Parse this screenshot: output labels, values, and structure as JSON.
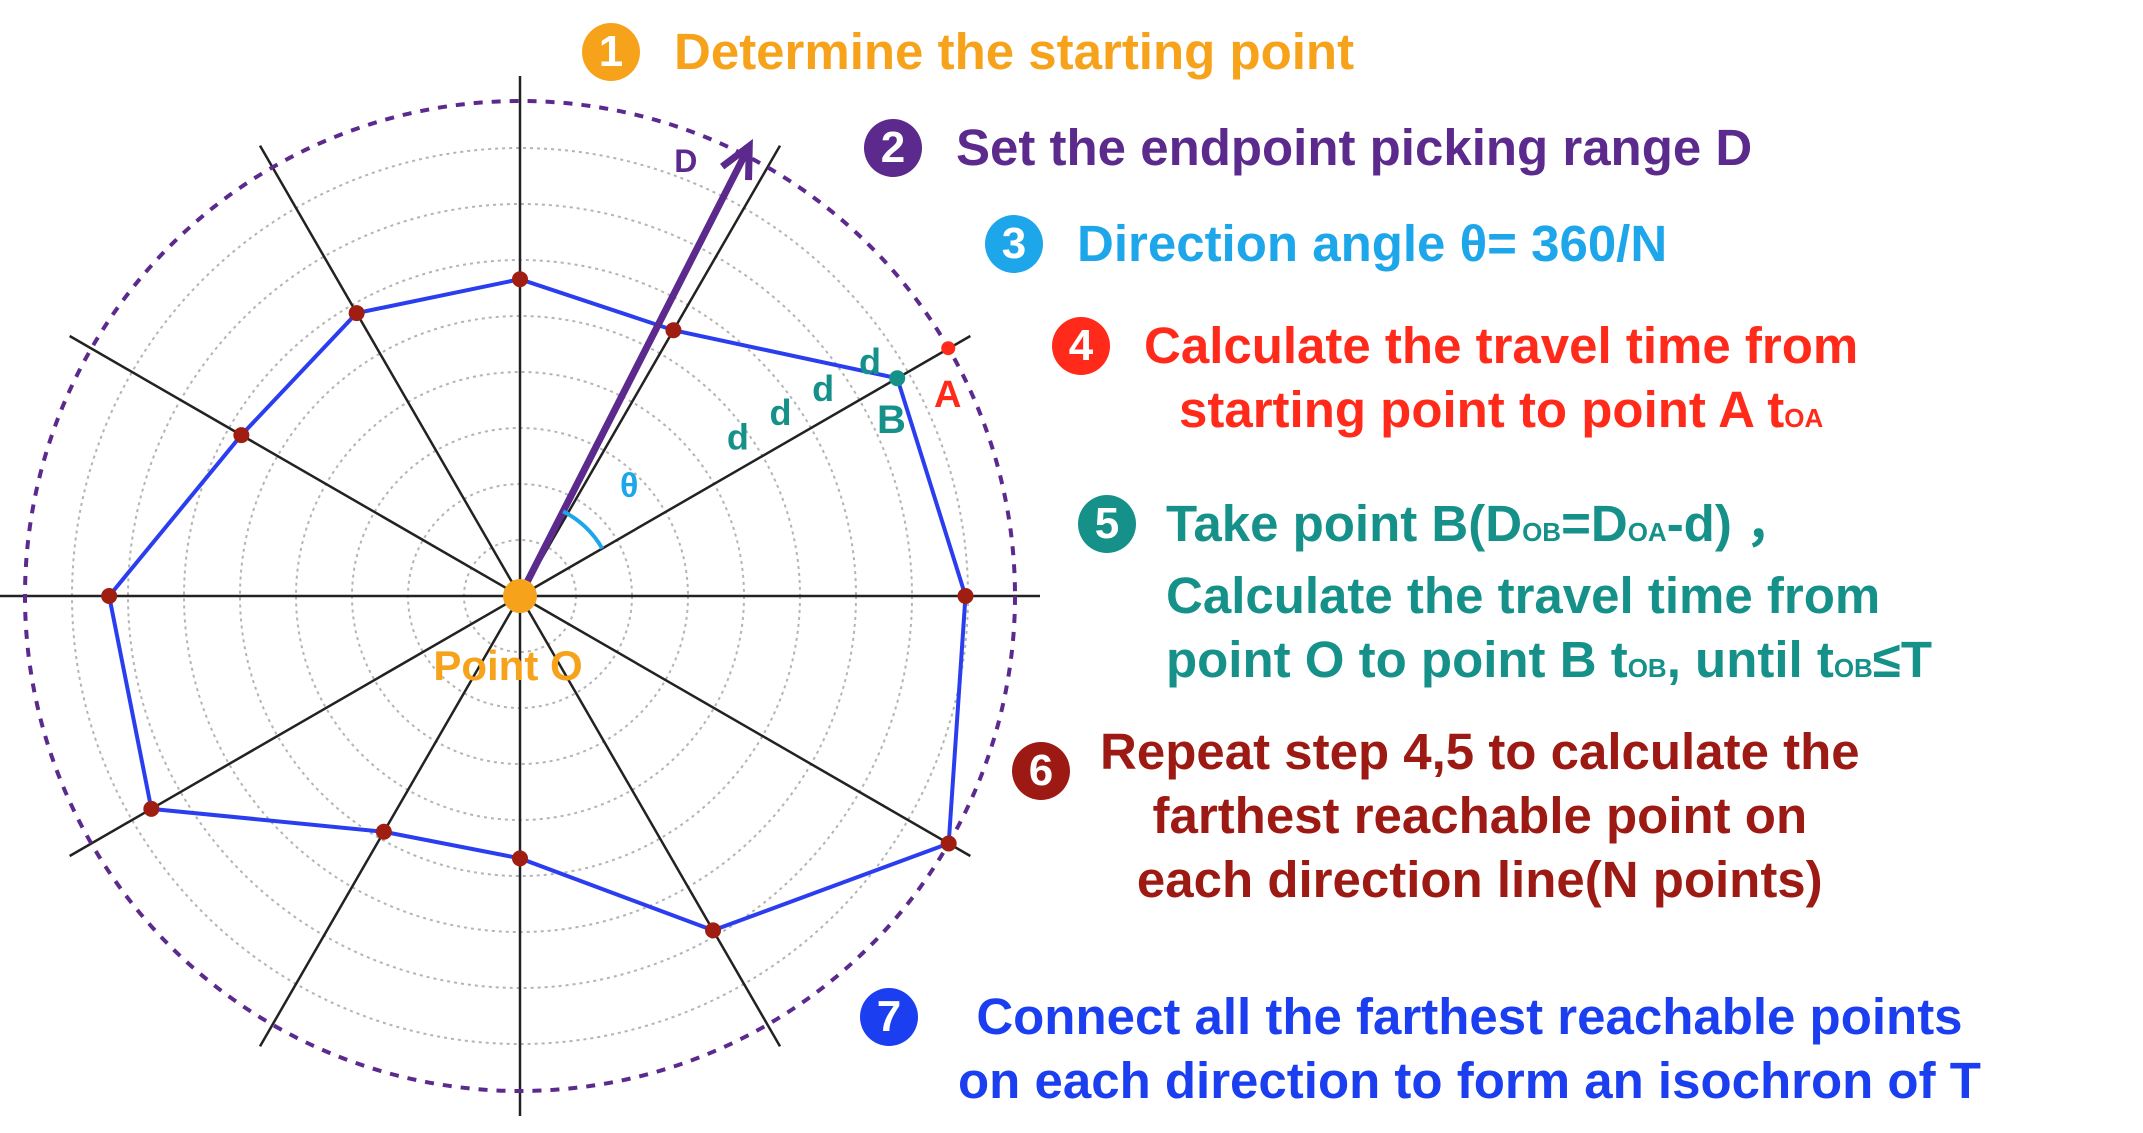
{
  "colors": {
    "step1": "#f7a21b",
    "step2": "#5b2a8c",
    "step3": "#1ea6ea",
    "step4": "#ff2a1a",
    "step5": "#15918a",
    "step6": "#9c1a13",
    "step7": "#1b3ff0",
    "polygon": "#2a3ef0",
    "vertex": "#a01d12",
    "boundary": "#5b2a8c",
    "spoke": "#222222",
    "ring": "#b4b4b4",
    "origin": "#f7a21b"
  },
  "diagram": {
    "direction_count": 12,
    "range_label": "D",
    "angle_label": "θ",
    "origin_label": "Point O",
    "point_a_label": "A",
    "point_b_label": "B",
    "step_label": "d",
    "reach_fractions": [
      0.9,
      0.88,
      0.62,
      0.64,
      0.66,
      0.65,
      0.83,
      0.86,
      0.55,
      0.53,
      0.78,
      1.0
    ]
  },
  "steps": [
    {
      "number": "1",
      "lines": [
        "Determine the starting point"
      ]
    },
    {
      "number": "2",
      "lines": [
        "Set the endpoint picking range D"
      ]
    },
    {
      "number": "3",
      "lines": [
        "Direction angle θ= 360/N"
      ]
    },
    {
      "number": "4",
      "lines": [
        "Calculate the travel time from"
      ],
      "line2_text": "starting point to point A t",
      "line2_sub": "OA"
    },
    {
      "number": "5",
      "line1": {
        "a": "Take point B(D",
        "sub1": "OB",
        "b": "=D",
        "sub2": "OA",
        "c": "-d) ，"
      },
      "line2": "Calculate the travel time from",
      "line3": {
        "a": "point O to point B t",
        "sub1": "OB",
        "b": ", until t",
        "sub2": "OB",
        "c": "≤T"
      }
    },
    {
      "number": "6",
      "lines": [
        "Repeat step 4,5 to calculate the",
        "farthest reachable point on",
        "each direction line(N points)"
      ]
    },
    {
      "number": "7",
      "lines": [
        "Connect all the farthest reachable points",
        "on each direction to form an isochron of T"
      ]
    }
  ]
}
